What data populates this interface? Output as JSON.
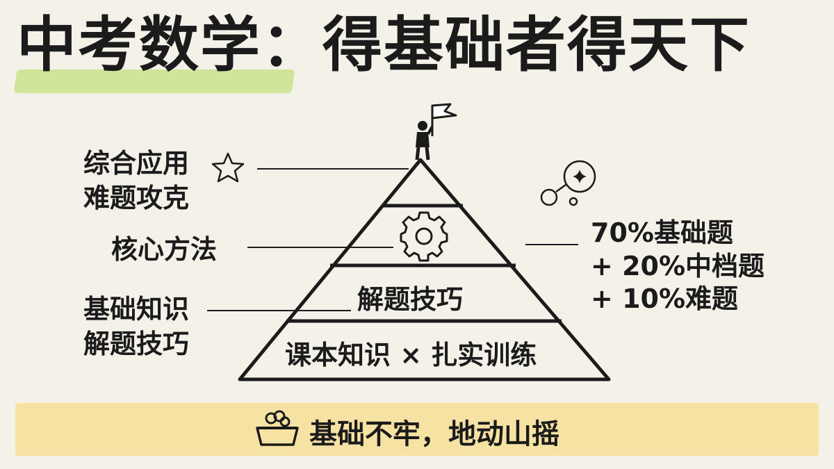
{
  "title": "中考数学：得基础者得天下",
  "left_labels": {
    "top_line1": "综合应用",
    "top_line2": "难题攻克",
    "middle": "核心方法",
    "bottom_line1": "基础知识",
    "bottom_line2": "解题技巧"
  },
  "pyramid": {
    "tier3_text": "解题技巧",
    "tier4_text": "课本知识 × 扎实训练"
  },
  "right_stats": [
    "70%基础题",
    "+ 20%中档题",
    "+ 10%难题"
  ],
  "footer": "基础不牢，地动山摇",
  "colors": {
    "background": "#f4f1e8",
    "title_highlight": "#cfe59a",
    "footer_banner": "#f6e3a4"
  },
  "icons": [
    "person-flag-icon",
    "star-icon",
    "gear-icon",
    "thought-bubble-icon",
    "sparkle-icon",
    "basket-icon"
  ]
}
